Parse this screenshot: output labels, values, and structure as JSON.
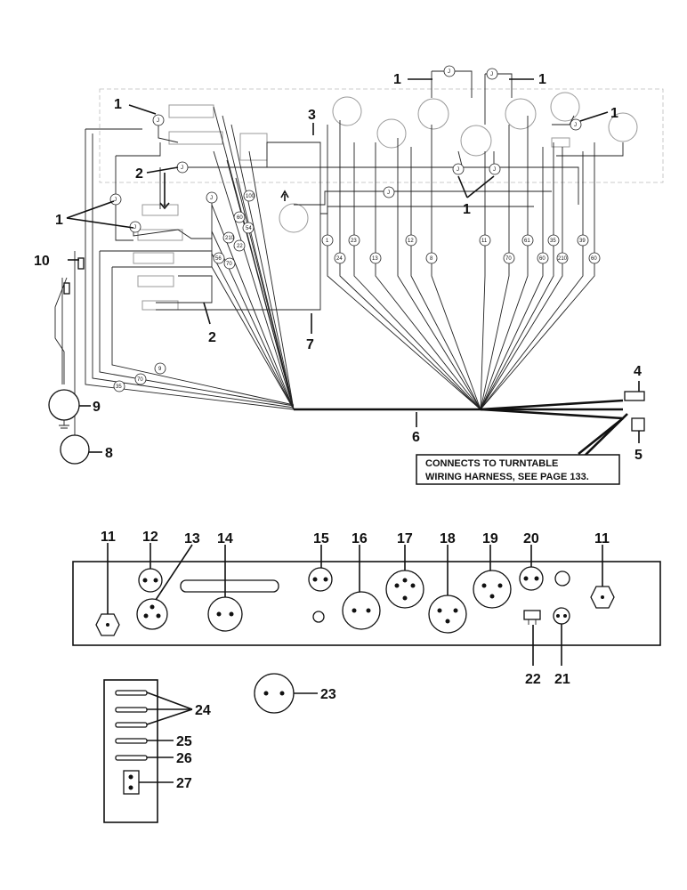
{
  "harness": {
    "callouts": [
      {
        "id": "c1a",
        "text": "1"
      },
      {
        "id": "c1b",
        "text": "1"
      },
      {
        "id": "c1c",
        "text": "1"
      },
      {
        "id": "c1d",
        "text": "1"
      },
      {
        "id": "c1e",
        "text": "1"
      },
      {
        "id": "c1f",
        "text": "1"
      },
      {
        "id": "c2a",
        "text": "2"
      },
      {
        "id": "c2b",
        "text": "2"
      },
      {
        "id": "c3",
        "text": "3"
      },
      {
        "id": "c4",
        "text": "4"
      },
      {
        "id": "c5",
        "text": "5"
      },
      {
        "id": "c6",
        "text": "6"
      },
      {
        "id": "c7",
        "text": "7"
      },
      {
        "id": "c8",
        "text": "8"
      },
      {
        "id": "c9",
        "text": "9"
      },
      {
        "id": "c10",
        "text": "10"
      }
    ],
    "note": {
      "line1": "CONNECTS TO TURNTABLE",
      "line2": "WIRING HARNESS, SEE PAGE 133."
    },
    "wire_tags": {
      "left_fan": [
        "100",
        "60",
        "54",
        "22",
        "210",
        "56",
        "70"
      ],
      "left_loops": [
        "9",
        "70",
        "35"
      ],
      "right_fan": [
        "1",
        "24",
        "23",
        "13",
        "12",
        "8",
        "11",
        "70",
        "61",
        "60",
        "35",
        "210",
        "39",
        "60"
      ],
      "jumpers": [
        "J",
        "J",
        "J",
        "J",
        "J",
        "J",
        "J",
        "J",
        "J",
        "J",
        "J"
      ]
    }
  },
  "panel": {
    "callouts": [
      {
        "id": "p11a",
        "text": "11"
      },
      {
        "id": "p12",
        "text": "12"
      },
      {
        "id": "p13",
        "text": "13"
      },
      {
        "id": "p14",
        "text": "14"
      },
      {
        "id": "p15",
        "text": "15"
      },
      {
        "id": "p16",
        "text": "16"
      },
      {
        "id": "p17",
        "text": "17"
      },
      {
        "id": "p18",
        "text": "18"
      },
      {
        "id": "p19",
        "text": "19"
      },
      {
        "id": "p20",
        "text": "20"
      },
      {
        "id": "p11b",
        "text": "11"
      },
      {
        "id": "p21",
        "text": "21"
      },
      {
        "id": "p22",
        "text": "22"
      },
      {
        "id": "p23",
        "text": "23"
      },
      {
        "id": "p24",
        "text": "24"
      },
      {
        "id": "p25",
        "text": "25"
      },
      {
        "id": "p26",
        "text": "26"
      },
      {
        "id": "p27",
        "text": "27"
      }
    ]
  }
}
